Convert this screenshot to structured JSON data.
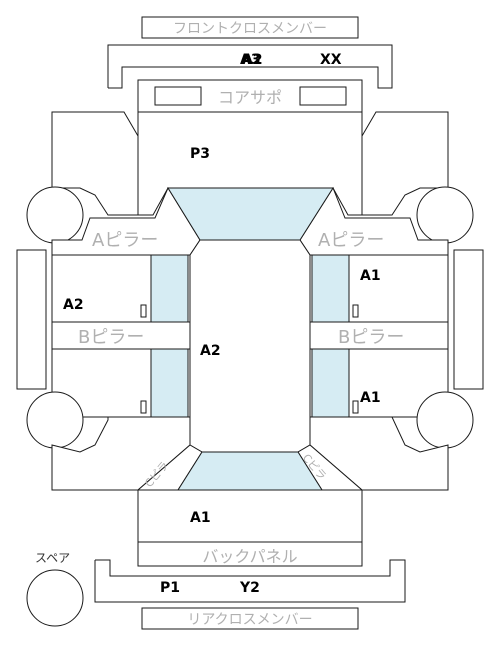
{
  "labels": {
    "front_cross_member": "フロントクロスメンバー",
    "core_support": "コアサポ",
    "a_pillar_left": "Aピラー",
    "a_pillar_right": "Aピラー",
    "b_pillar_left": "Bピラー",
    "b_pillar_right": "Bピラー",
    "c_pillar_left": "Cピラ",
    "c_pillar_right": "Cピラ",
    "back_panel": "バックパネル",
    "rear_cross_member": "リアクロスメンバー",
    "spare": "スペア"
  },
  "codes": {
    "front_cross_a": "A3",
    "front_cross_overlay": "A2",
    "front_cross_xx": "XX",
    "core_support_p3": "P3",
    "right_front_door": "A1",
    "left_front_door": "A2",
    "roof": "A2",
    "right_rear_door": "A1",
    "trunk": "A1",
    "rear_cross_p1": "P1",
    "rear_cross_y2": "Y2"
  },
  "colors": {
    "glass": "#d6ecf3",
    "outline": "#1a1a1a",
    "label_grey": "#b0b0b0"
  }
}
